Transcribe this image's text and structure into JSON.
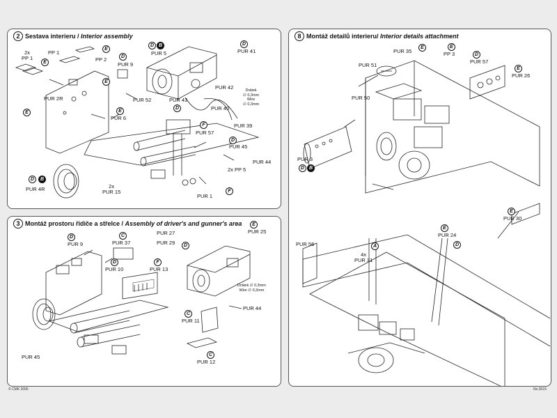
{
  "steps": {
    "s2": {
      "num": "2",
      "title_cz": "Sestava interieru / ",
      "title_en": "Interior assembly"
    },
    "s3": {
      "num": "3",
      "title_cz": "Montáž prostoru řidiče a střelce / ",
      "title_en": "Assembly of driver's and gunner's area"
    },
    "s8": {
      "num": "8",
      "title_cz": "Montáž detailů interieru/ ",
      "title_en": "Interior details attachment"
    }
  },
  "labels2": {
    "pp1": "2x\nPP 1",
    "pp1b": "PP 1",
    "pp2": "PP 2",
    "pur9": "PUR 9",
    "pur2r": "PUR 2R",
    "pur52": "PUR 52",
    "pur6": "PUR 6",
    "pur5": "PUR 5",
    "pur41": "PUR 41",
    "pur42": "PUR 42",
    "pur43": "PUR 43",
    "pur40": "PUR 40",
    "pur39": "PUR 39",
    "pur57": "PUR 57",
    "pur45": "PUR 45",
    "pur44": "PUR 44",
    "pp5": "2x PP 5",
    "pur4r": "PUR 4R",
    "pur15": "2x\nPUR 15",
    "pur1": "PUR 1",
    "wire": "Drátek\n∅ 0,3mm\nWire\n∅ 0,3mm"
  },
  "labels3": {
    "pur9": "PUR 9",
    "pur37": "PUR 37",
    "pur27": "PUR 27",
    "pur29": "PUR 29",
    "pur25": "PUR 25",
    "pur10": "PUR 10",
    "pur13": "PUR 13",
    "pur44": "PUR 44",
    "pur11": "PUR 11",
    "pur12": "PUR 12",
    "pur45": "PUR 45",
    "wire": "Drátek ∅ 0,3mm\nWire ∅ 0,3mm"
  },
  "labels8": {
    "pur35": "PUR 35",
    "pp3": "PP 3",
    "pur51": "PUR 51",
    "pur57": "PUR 57",
    "pur26": "PUR 26",
    "pur50": "PUR 50",
    "pur3": "PUR 3",
    "pur30": "PUR 30",
    "pur56": "PUR 56",
    "pur24": "PUR 24",
    "pur31": "4x\nPUR 31"
  },
  "materials": {
    "E": "E",
    "D": "D",
    "B": "B",
    "F": "F",
    "C": "C",
    "A": "A"
  },
  "footer": {
    "left": "© CMK 2006",
    "right": "No.3015"
  }
}
